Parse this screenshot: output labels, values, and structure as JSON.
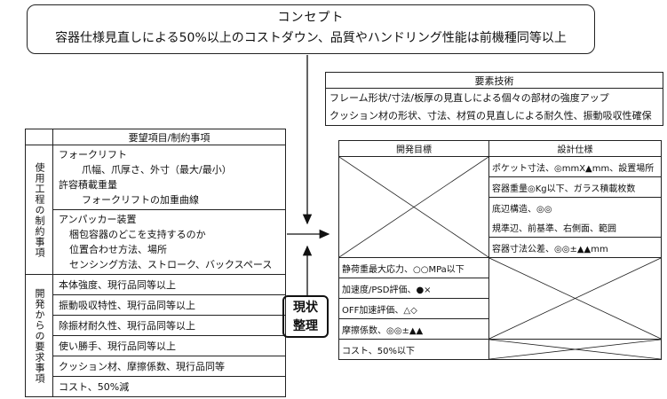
{
  "concept": {
    "title": "コンセプト",
    "text": "容器仕様見直しによる50%以上のコストダウン、品質やハンドリング性能は前機種同等以上"
  },
  "yoso": {
    "header": "要素技術",
    "items": [
      "フレーム形状/寸法/板厚の見直しによる個々の部材の強度アップ",
      "クッション材の形状、寸法、材質の見直しによる耐久性、振動吸収性確保"
    ]
  },
  "requirements": {
    "header": "要望項目/制約事項",
    "group1_label": "使用工程の制約事項",
    "group1_cells": [
      {
        "lines": [
          "フォークリフト",
          "爪幅、爪厚さ、外寸（最大/最小）",
          "許容積載重量",
          "フォークリフトの加重曲線"
        ]
      },
      {
        "lines": [
          "アンパッカー装置",
          "梱包容器のどこを支持するのか",
          "位置合わせ方法、場所",
          "センシング方法、ストローク、バックスペース"
        ]
      }
    ],
    "group2_label": "開発からの要求事項",
    "group2_items": [
      "本体強度、現行品同等以上",
      "振動吸収特性、現行品同等以上",
      "除振材耐久性、現行品同等以上",
      "使い勝手、現行品同等以上",
      "クッション材、摩擦係数、現行品同等",
      "コスト、50%減"
    ]
  },
  "genjo": {
    "line1": "現状",
    "line2": "整理"
  },
  "plan": {
    "header_goal": "開発目標",
    "header_spec": "設計仕様",
    "spec_rows": [
      "ポケット寸法、◎mmX▲mm、設置場所",
      "容器重量◎Kg以下、ガラス積載枚数",
      "底辺構造、◎◎",
      "規準辺、前基準、右側面、範囲",
      "容器寸法公差、◎◎±▲▲mm"
    ],
    "goal_rows": [
      "静荷重最大応力、○○MPa以下",
      "加速度/PSD評価、●×",
      "OFF加速評価、△◇",
      "摩擦係数、◎◎±▲▲",
      "コスト、50%以下"
    ]
  }
}
